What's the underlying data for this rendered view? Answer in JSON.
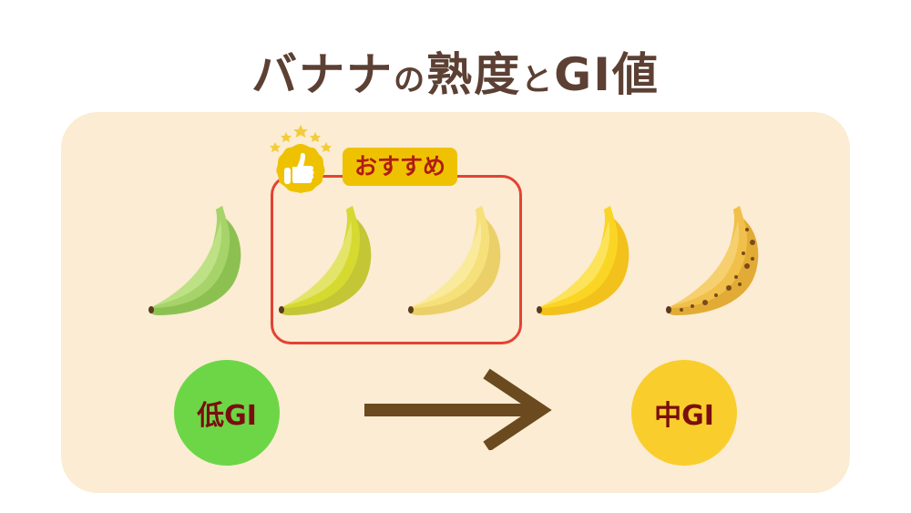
{
  "title": {
    "part1": "バナナ",
    "particle1": "の",
    "part2": "熟度",
    "particle2": "と",
    "part3": "GI値"
  },
  "recommendation": {
    "label": "おすすめ",
    "badge_icon": "thumbs-up-icon",
    "border_color": "#e34234",
    "label_bg": "#eec200"
  },
  "bananas": [
    {
      "stage": "green",
      "color": "#a6d46a",
      "shade": "#8cc152",
      "highlight": "#bde184",
      "recommended": false
    },
    {
      "stage": "yellow-green",
      "color": "#d6d930",
      "shade": "#c4c635",
      "highlight": "#e3e56a",
      "recommended": true
    },
    {
      "stage": "pale-yellow",
      "color": "#f6e07a",
      "shade": "#ebd06a",
      "highlight": "#faea9c",
      "recommended": true
    },
    {
      "stage": "yellow",
      "color": "#fbd524",
      "shade": "#f3c11b",
      "highlight": "#fde35a",
      "recommended": false
    },
    {
      "stage": "spotted",
      "color": "#f1c04a",
      "shade": "#e2ab35",
      "highlight": "#f6d06e",
      "recommended": false
    }
  ],
  "gi_scale": {
    "low": {
      "label": "低GI",
      "color": "#6dd647"
    },
    "mid": {
      "label": "中GI",
      "color": "#f9ce2c"
    },
    "arrow_color": "#6a4a1e",
    "arrow_icon": "right-arrow-icon"
  },
  "colors": {
    "title": "#5c4033",
    "panel_bg": "#fbecd3",
    "gi_text": "#7a0e0e"
  }
}
